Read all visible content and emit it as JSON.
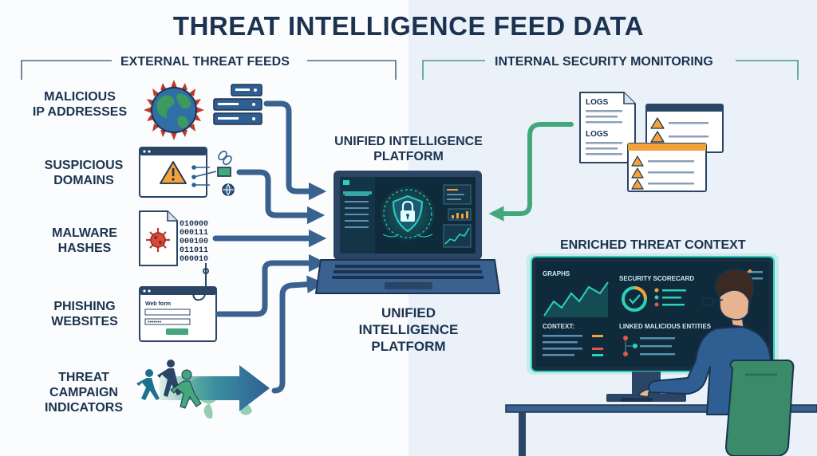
{
  "title": "THREAT INTELLIGENCE FEED DATA",
  "sections": {
    "external": "EXTERNAL THREAT FEEDS",
    "internal": "INTERNAL SECURITY MONITORING"
  },
  "feeds": [
    {
      "lines": [
        "MALICIOUS",
        "IP ADDRESSES"
      ]
    },
    {
      "lines": [
        "SUSPICIOUS",
        "DOMAINS"
      ]
    },
    {
      "lines": [
        "MALWARE",
        "HASHES"
      ]
    },
    {
      "lines": [
        "PHISHING",
        "WEBSITES"
      ]
    },
    {
      "lines": [
        "THREAT",
        "CAMPAIGN",
        "INDICATORS"
      ]
    }
  ],
  "platform": {
    "top_label": [
      "UNIFIED INTELLIGENCE",
      "PLATFORM"
    ],
    "bottom_label": [
      "UNIFIED",
      "INTELLIGENCE",
      "PLATFORM"
    ]
  },
  "hashes": [
    "010000",
    "000111",
    "000100",
    "011011",
    "000010"
  ],
  "phishing_form": {
    "title": "Web form"
  },
  "logs": {
    "label_1": "LOGS",
    "label_2": "LOGS"
  },
  "enriched": {
    "title": "ENRICHED THREAT CONTEXT",
    "graphs": "GRAPHS",
    "scorecard": "SECURITY SCORECARD",
    "context": "CONTEXT:",
    "linked": "LINKED MALICIOUS ENTITIES"
  },
  "colors": {
    "navy": "#1b3350",
    "arrow_blue": "#3a6290",
    "arrow_green": "#43a77c",
    "warning_orange": "#f4a13a",
    "screen_dark": "#0f2b3b",
    "accent_teal": "#2bd1b9"
  },
  "icons": [
    "globe-icon",
    "server-icon",
    "warning-icon",
    "link-icon",
    "malware-icon",
    "fishing-hook-icon",
    "padlock-shield-icon",
    "runners-icon",
    "world-map-icon"
  ]
}
